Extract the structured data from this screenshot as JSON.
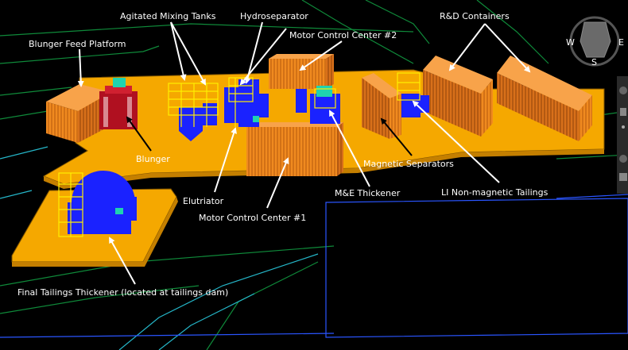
{
  "labels": {
    "blunger_feed_platform": "Blunger Feed Platform",
    "agitated_mixing_tanks": "Agitated Mixing Tanks",
    "hydroseparator": "Hydroseparator",
    "motor_control_center_2": "Motor Control Center #2",
    "rd_containers": "R&D Containers",
    "blunger": "Blunger",
    "elutriator": "Elutriator",
    "magnetic_separators": "Magnetic Separators",
    "me_thickener": "M&E Thickener",
    "li_non_magnetic_tailings": "LI Non-magnetic Tailings",
    "motor_control_center_1": "Motor Control Center #1",
    "final_tailings_thickener": "Final Tailings Thickener (located at tailings dam)"
  },
  "compass": {
    "w": "W",
    "s": "S",
    "e": "E"
  },
  "colors": {
    "background": "#000000",
    "platform": "#f5a800",
    "container": "#f08a1f",
    "tank": "#1a22ff",
    "ladder": "#ffee00",
    "blunger": "#b01020",
    "teal": "#1fd3b0",
    "grid_green": "#0f8a3a",
    "grid_cyan": "#25b6c8",
    "grid_blue": "#2a55ff"
  }
}
